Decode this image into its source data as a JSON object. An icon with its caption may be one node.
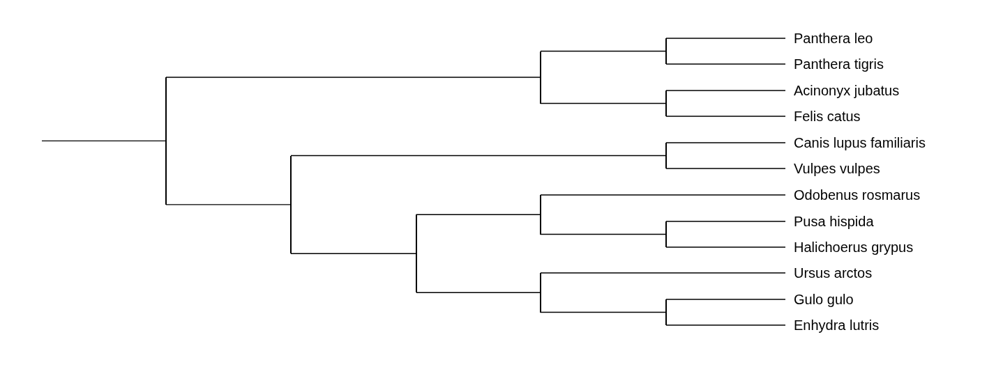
{
  "diagram": {
    "nodes": [
      {
        "text": [],
        "shape": "bar"
      },
      {
        "text": [],
        "shape": "bar"
      },
      {
        "text": [],
        "shape": "bar"
      },
      {
        "text": [
          "Panthera leo"
        ]
      },
      {
        "text": [
          "Panthera tigris"
        ]
      },
      {
        "text": [],
        "shape": "bar"
      },
      {
        "text": [
          "Acinonyx jubatus"
        ]
      },
      {
        "text": [
          "Felis catus"
        ]
      },
      {
        "text": [],
        "shape": "bar"
      },
      {
        "text": [],
        "shape": "bar"
      },
      {
        "text": [
          "Canis lupus familiaris"
        ]
      },
      {
        "text": [
          "Vulpes vulpes"
        ]
      },
      {
        "text": [],
        "shape": "bar"
      },
      {
        "text": [],
        "shape": "bar"
      },
      {
        "text": [
          "Odobenus rosmarus"
        ]
      },
      {
        "text": [],
        "shape": "bar"
      },
      {
        "text": [
          "Pusa hispida"
        ]
      },
      {
        "text": [
          "Halichoerus grypus"
        ]
      },
      {
        "text": [],
        "shape": "bar"
      },
      {
        "text": [
          "Ursus arctos"
        ]
      },
      {
        "text": [],
        "shape": "bar"
      },
      {
        "text": [
          "Gulo gulo"
        ]
      },
      {
        "text": [
          "Enhydra lutris"
        ]
      }
    ],
    "edges": [
      {
        "from": null,
        "to": 0,
        "arrow": "none"
      },
      {
        "from": 0,
        "to": 1,
        "arrow": "none"
      },
      {
        "from": 0,
        "to": 8,
        "arrow": "none"
      },
      {
        "from": 1,
        "to": 2,
        "arrow": "none"
      },
      {
        "from": 1,
        "to": 5,
        "arrow": "none"
      },
      {
        "from": 2,
        "to": 3,
        "arrow": "none"
      },
      {
        "from": 2,
        "to": 4,
        "arrow": "none"
      },
      {
        "from": 5,
        "to": 6,
        "arrow": "none"
      },
      {
        "from": 5,
        "to": 7,
        "arrow": "none"
      },
      {
        "from": 8,
        "to": 9,
        "arrow": "none"
      },
      {
        "from": 8,
        "to": 12,
        "arrow": "none"
      },
      {
        "from": 9,
        "to": 10,
        "arrow": "none"
      },
      {
        "from": 9,
        "to": 11,
        "arrow": "none"
      },
      {
        "from": 12,
        "to": 13,
        "arrow": "none"
      },
      {
        "from": 12,
        "to": 18,
        "arrow": "none"
      },
      {
        "from": 13,
        "to": 14,
        "arrow": "none"
      },
      {
        "from": 13,
        "to": 15,
        "arrow": "none"
      },
      {
        "from": 15,
        "to": 16,
        "arrow": "none"
      },
      {
        "from": 15,
        "to": 17,
        "arrow": "none"
      },
      {
        "from": 18,
        "to": 19,
        "arrow": "none"
      },
      {
        "from": 18,
        "to": 20,
        "arrow": "none"
      },
      {
        "from": 20,
        "to": 21,
        "arrow": "none"
      },
      {
        "from": 20,
        "to": 22,
        "arrow": "none"
      }
    ]
  }
}
